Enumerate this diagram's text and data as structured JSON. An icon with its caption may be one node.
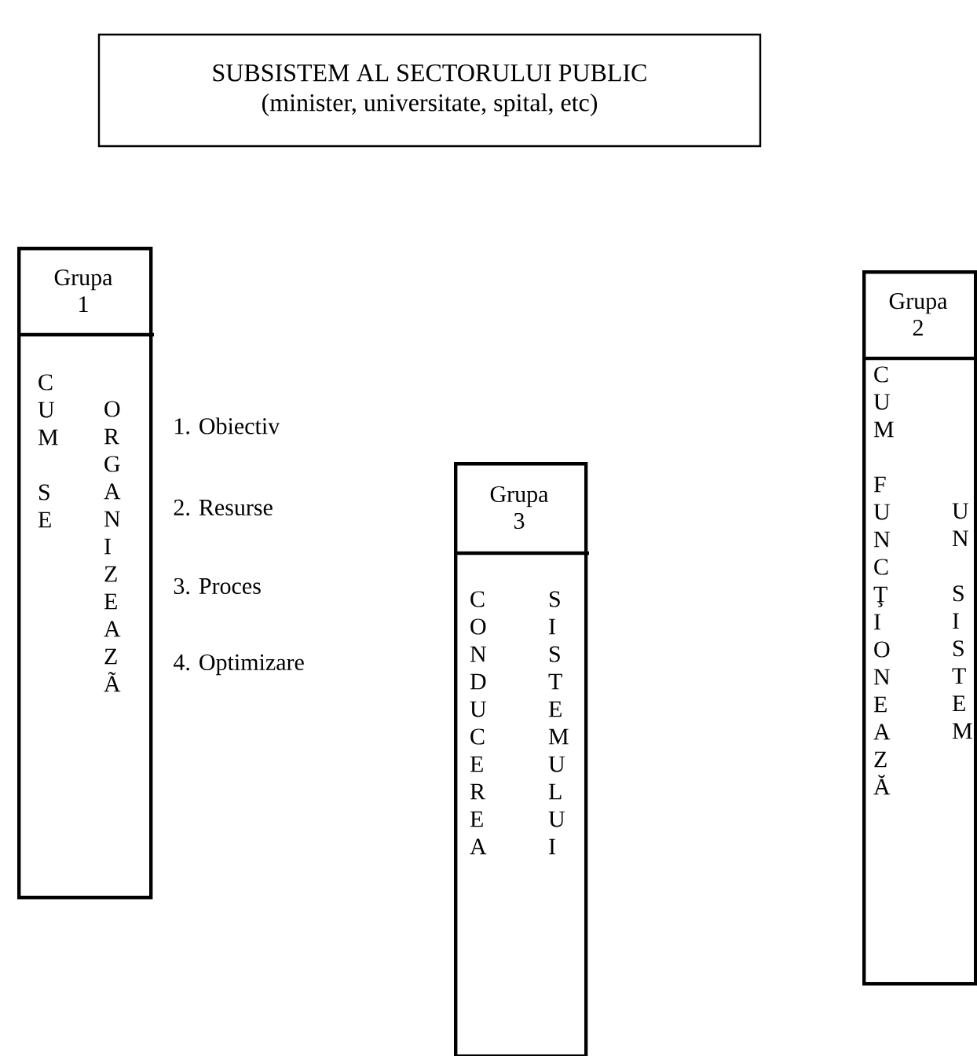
{
  "diagram": {
    "nodes": [
      {
        "text": [
          "SUBSISTEM AL SECTORULUI PUBLIC",
          "(minister, universitate, spital, etc)"
        ]
      },
      {
        "text": [
          "Grupa 1",
          "CUM SE",
          "ORGANIZEAZÃ"
        ]
      },
      {
        "text": [
          "Grupa 3",
          "CONDUCEREA",
          "SISTEMULUI"
        ]
      },
      {
        "text": [
          "Grupa 2",
          "CUM FUNCŢIONEAZĂ",
          "UN SISTEM"
        ]
      }
    ],
    "labels": [
      "1. Obiectiv",
      "2. Resurse",
      "3. Proces",
      "4. Optimizare"
    ]
  }
}
